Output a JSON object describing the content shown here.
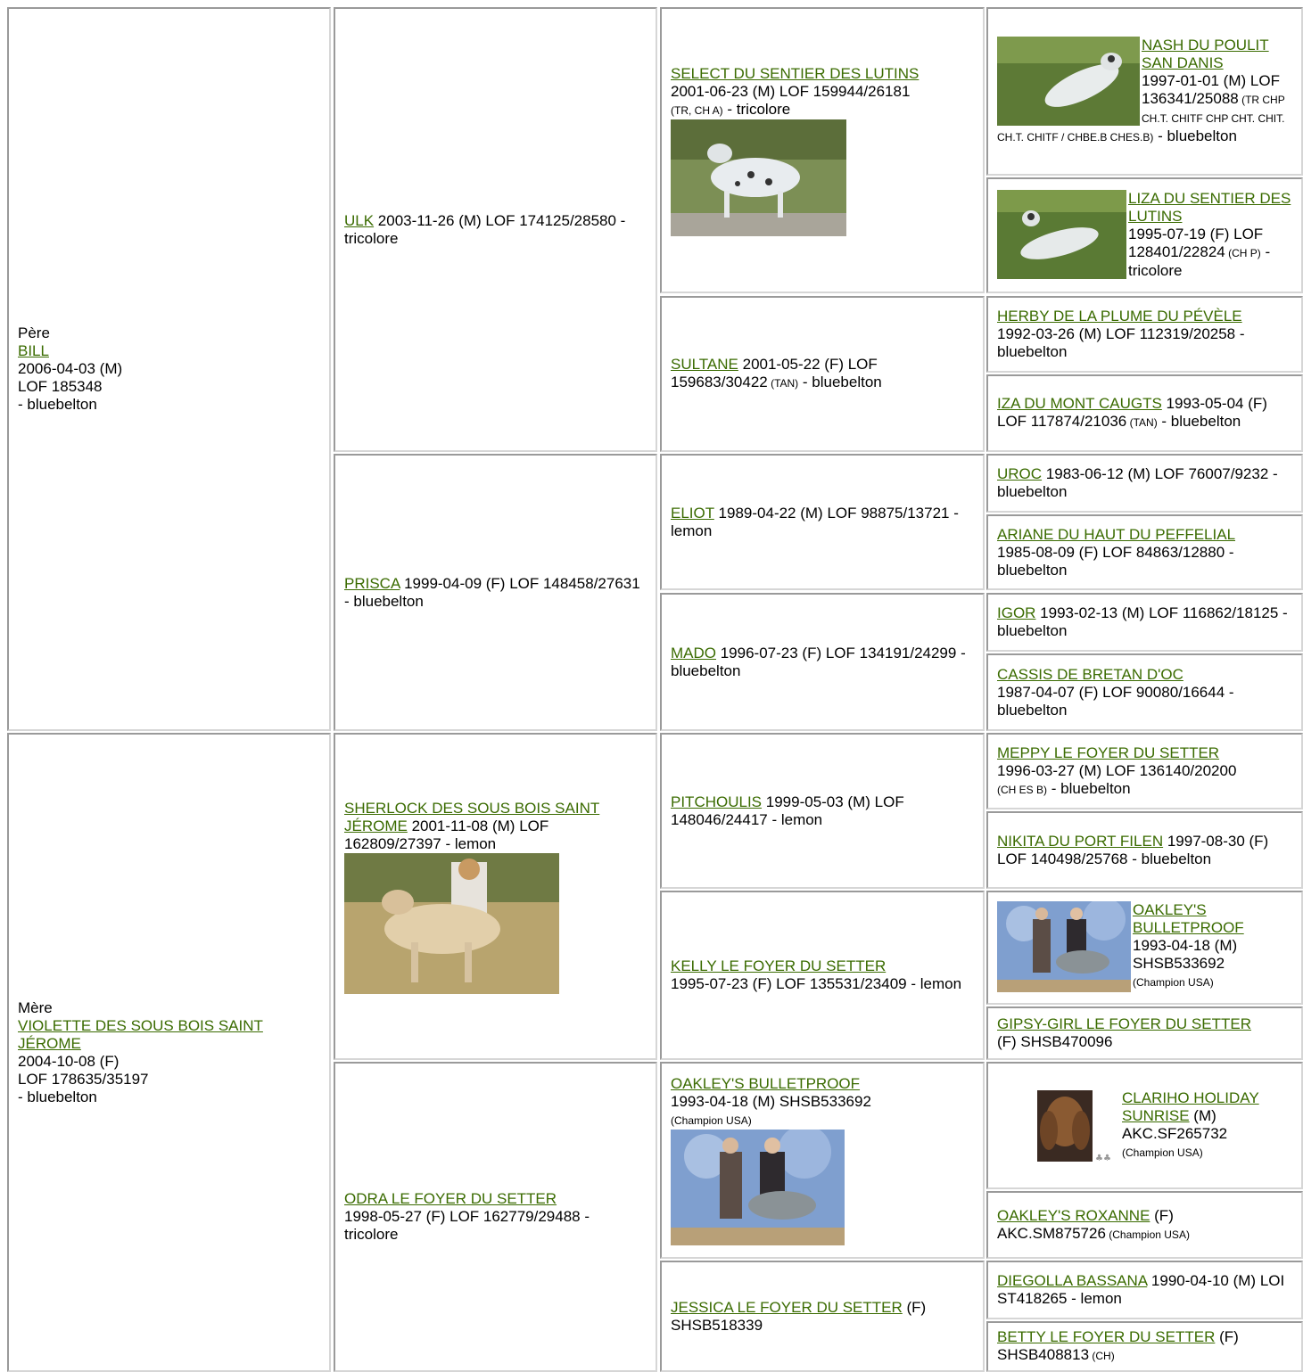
{
  "father": {
    "role": "Père",
    "name": "BILL",
    "date": "2006-04-03 (M)",
    "reg": "LOF 185348",
    "color": "- bluebelton"
  },
  "mother": {
    "role": "Mère",
    "name": "VIOLETTE DES SOUS BOIS SAINT JÉROME",
    "date": "2004-10-08 (F)",
    "reg": "LOF 178635/35197",
    "color": "- bluebelton"
  },
  "ulk": {
    "name": "ULK",
    "info": " 2003-11-26 (M) LOF 174125/28580 - tricolore"
  },
  "prisca": {
    "name": "PRISCA",
    "info": " 1999-04-09 (F) LOF 148458/27631 - bluebelton"
  },
  "sherlock": {
    "name": "SHERLOCK DES SOUS BOIS SAINT JÉROME",
    "info": " 2001-11-08 (M) LOF 162809/27397 - lemon"
  },
  "odra": {
    "name": "ODRA LE FOYER DU SETTER",
    "info": "1998-05-27 (F) LOF 162779/29488 - tricolore"
  },
  "select": {
    "name": "SELECT DU SENTIER DES LUTINS",
    "info": "2001-06-23 (M) LOF 159944/26181",
    "title": "(TR, CH A)",
    "color": " - tricolore"
  },
  "sultane": {
    "name": "SULTANE",
    "info": " 2001-05-22 (F) LOF 159683/30422",
    "title": " (TAN)",
    "color": " - bluebelton"
  },
  "eliot": {
    "name": "ELIOT",
    "info": " 1989-04-22 (M) LOF 98875/13721 - lemon"
  },
  "mado": {
    "name": "MADO",
    "info": " 1996-07-23 (F) LOF 134191/24299 - bluebelton"
  },
  "pitchoulis": {
    "name": "PITCHOULIS",
    "info": " 1999-05-03 (M) LOF 148046/24417 - lemon"
  },
  "kelly": {
    "name": "KELLY LE FOYER DU SETTER",
    "info": "1995-07-23 (F) LOF 135531/23409 - lemon"
  },
  "oakley3": {
    "name": "OAKLEY'S BULLETPROOF",
    "info": "1993-04-18 (M) SHSB533692",
    "title": "(Champion USA)"
  },
  "jessica": {
    "name": "JESSICA LE FOYER DU SETTER",
    "info": " (F) SHSB518339"
  },
  "nash": {
    "name": "NASH DU POULIT SAN DANIS",
    "info": "1997-01-01 (M) LOF 136341/25088",
    "title": " (TR CHP CH.T. CHITF CHP CHT. CHIT. CH.T. CHITF / CHBE.B CHES.B)",
    "color": " - bluebelton"
  },
  "liza": {
    "name": "LIZA DU SENTIER DES LUTINS",
    "info": "1995-07-19 (F) LOF 128401/22824",
    "title": " (CH P)",
    "color": " - tricolore"
  },
  "herby": {
    "name": "HERBY DE LA PLUME DU PÉVÈLE",
    "info": "1992-03-26 (M) LOF 112319/20258 - bluebelton"
  },
  "iza": {
    "name": "IZA DU MONT CAUGTS",
    "info": " 1993-05-04 (F) LOF 117874/21036",
    "title": " (TAN)",
    "color": " - bluebelton"
  },
  "uroc": {
    "name": "UROC",
    "info": " 1983-06-12 (M) LOF 76007/9232 - bluebelton"
  },
  "ariane": {
    "name": "ARIANE DU HAUT DU PEFFELIAL",
    "info": "1985-08-09 (F) LOF 84863/12880 - bluebelton"
  },
  "igor": {
    "name": "IGOR",
    "info": " 1993-02-13 (M) LOF 116862/18125 - bluebelton"
  },
  "cassis": {
    "name": "CASSIS DE BRETAN D'OC",
    "info": "1987-04-07 (F) LOF 90080/16644 - bluebelton"
  },
  "meppy": {
    "name": "MEPPY LE FOYER DU SETTER",
    "info": "1996-03-27 (M) LOF 136140/20200",
    "title": "(CH ES B)",
    "color": " - bluebelton"
  },
  "nikita": {
    "name": "NIKITA DU PORT FILEN",
    "info": " 1997-08-30 (F) LOF 140498/25768 - bluebelton"
  },
  "oakley4": {
    "name": "OAKLEY'S BULLETPROOF",
    "date": "1993-04-18 (M)",
    "reg": "SHSB533692",
    "title": "(Champion USA)"
  },
  "gipsy": {
    "name": "GIPSY-GIRL LE FOYER DU SETTER",
    "info": "(F) SHSB470096"
  },
  "clariho": {
    "name": "CLARIHO HOLIDAY SUNRISE",
    "sex": " (M)",
    "reg": "AKC.SF265732",
    "title": "(Champion USA)"
  },
  "roxanne": {
    "name": "OAKLEY'S ROXANNE",
    "sex": " (F)",
    "reg": "AKC.SM875726",
    "title": " (Champion USA)"
  },
  "diegolla": {
    "name": "DIEGOLLA BASSANA",
    "info": " 1990-04-10 (M) LOI ST418265 - lemon"
  },
  "betty": {
    "name": "BETTY LE FOYER DU SETTER",
    "sex": " (F)",
    "reg": "SHSB408813",
    "title": " (CH)"
  }
}
